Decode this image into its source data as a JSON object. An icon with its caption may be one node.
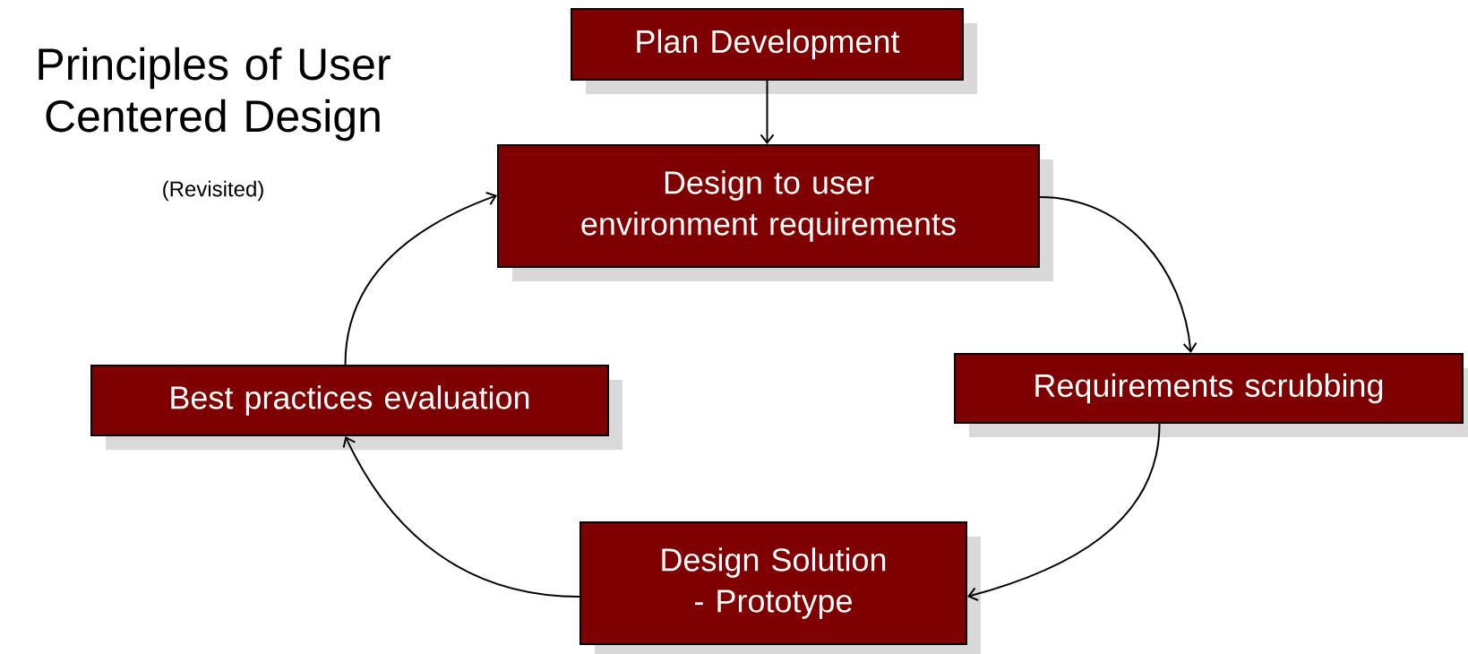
{
  "diagram": {
    "title": "Principles of User Centered Design",
    "nodes": [
      {
        "text": [
          "Plan Development"
        ]
      },
      {
        "text": [
          "Design to user environment requirements"
        ]
      },
      {
        "text": [
          "Requirements scrubbing"
        ]
      },
      {
        "text": [
          "Design Solution - Prototype"
        ]
      },
      {
        "text": [
          "Best practices evaluation"
        ]
      }
    ],
    "edges": [
      {
        "from": 0,
        "to": 1,
        "arrow": "to"
      },
      {
        "from": 1,
        "to": 2,
        "arrow": "to"
      },
      {
        "from": 2,
        "to": 3,
        "arrow": "to"
      },
      {
        "from": 3,
        "to": 4,
        "arrow": "to"
      },
      {
        "from": 4,
        "to": 1,
        "arrow": "to"
      }
    ],
    "labels": [
      "(Revisited)"
    ]
  }
}
